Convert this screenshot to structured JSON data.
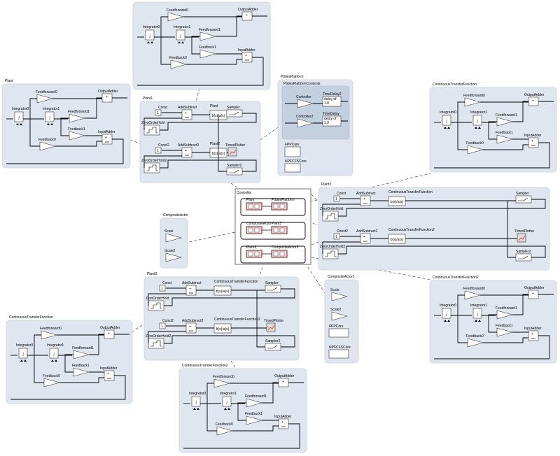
{
  "panels": [
    {
      "title": "Plant2",
      "variant": "plant_internal"
    },
    {
      "title": "Plant",
      "variant": "plant_internal"
    },
    {
      "title": "Plant1",
      "variant": "plant_top"
    },
    {
      "title": "PtidesPlatform",
      "variant": "ptides"
    },
    {
      "title": "ContinuousTransferFunction",
      "variant": "plant_internal"
    },
    {
      "title": "Plant2",
      "variant": "plant_top_wide"
    },
    {
      "title": "CompositeActor",
      "variant": "composite"
    },
    {
      "title": "Plant3",
      "variant": "plant_top_wide"
    },
    {
      "title": "CompositeActor3",
      "variant": "composite3"
    },
    {
      "title": "ContinuousTransferFunction",
      "variant": "plant_internal"
    },
    {
      "title": "ContinuousTransferFunction2",
      "variant": "plant_internal"
    },
    {
      "title": "ContinuousTransferFunction2",
      "variant": "plant_internal"
    }
  ],
  "labels": {
    "feedforward0": "Feedforward0",
    "feedforward1": "Feedforward1",
    "feedback0": "Feedback0",
    "feedback1": "Feedback1",
    "integrator0": "Integrator0",
    "integrator1": "Integrator1",
    "output_adder": "OutputAdder",
    "input_adder": "InputAdder",
    "const": "Const",
    "const2": "Const2",
    "zoh": "ZeroOrderHold",
    "zoh2": "ZeroOrderHold2",
    "add_subtract": "AddSubtract",
    "add_subtract2": "AddSubtract2",
    "plant": "Plant",
    "plant2": "Plant2",
    "ctf": "ContinuousTransferFunction",
    "ctf2": "ContinuousTransferFunction2",
    "sampler": "Sampler",
    "sampler2": "Sampler2",
    "timed_plotter": "TimedPlotter",
    "tf_text": "b(s)/a(s)",
    "scale": "Scale",
    "scale2": "Scale2",
    "fppcore": "FPPCore",
    "npfcfscore": "NPFCFSCore",
    "ptides_contents": "PtidesPlatformContents",
    "controller": "Controller",
    "controller2": "Controller2",
    "time_delay": "TimeDelay",
    "time_delay2": "TimeDelay2",
    "delay_of": "delay of:",
    "delay_val": "1.0"
  },
  "controller_box": {
    "title": "Controller",
    "pairs": [
      [
        "Plant",
        "PtidesPlatform"
      ],
      [
        "CompositeActor",
        "Plant3"
      ],
      [
        "Plant3",
        "CompositeActor3"
      ]
    ]
  },
  "colors": {
    "panel": "#dfe6ef",
    "panel_border": "#c9d3df",
    "ptides_inner": "#c3d0e0",
    "composite_border": "#a04040",
    "plotter": "#cc3333"
  }
}
